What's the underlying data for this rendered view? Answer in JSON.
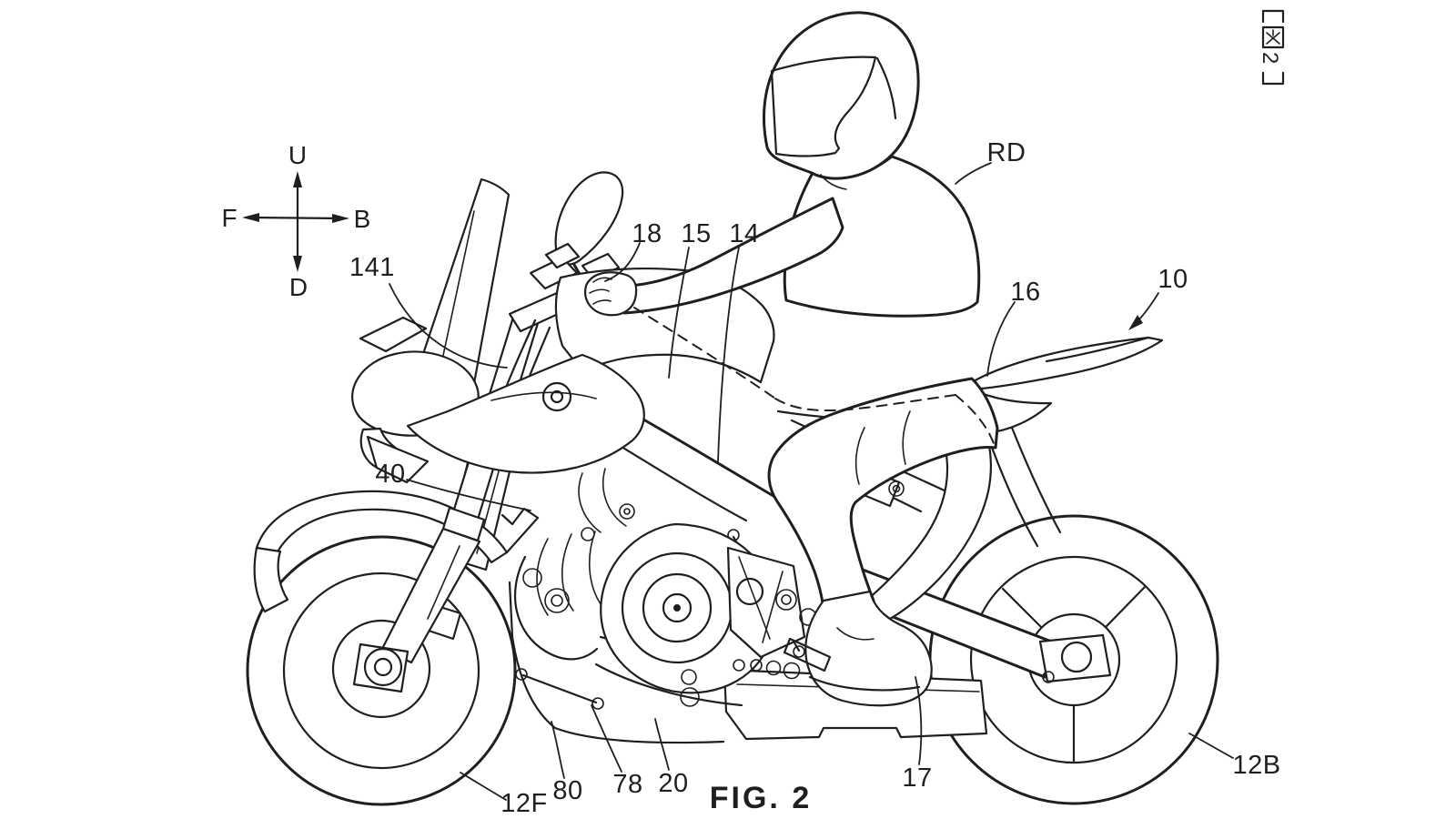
{
  "figure": {
    "caption": "FIG. 2",
    "sheet_tag": "[図2]",
    "sheet_number": "2"
  },
  "compass": {
    "up": "U",
    "front": "F",
    "back": "B",
    "down": "D"
  },
  "labels": {
    "141": "141",
    "18": "18",
    "15": "15",
    "14": "14",
    "RD": "RD",
    "16": "16",
    "10": "10",
    "40": "40",
    "80": "80",
    "78": "78",
    "20": "20",
    "17": "17",
    "12F": "12F",
    "12B": "12B"
  },
  "colors": {
    "ink": "#1f1f1f",
    "background": "#ffffff"
  }
}
